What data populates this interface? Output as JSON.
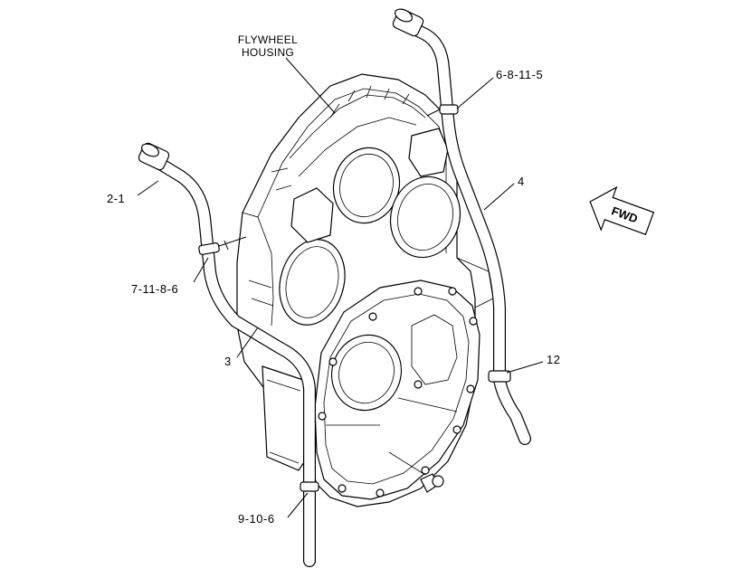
{
  "labels": {
    "flywheel_housing_line1": "FLYWHEEL",
    "flywheel_housing_line2": "HOUSING",
    "part_2_1": "2-1",
    "part_7_11_8_6": "7-11-8-6",
    "part_3": "3",
    "part_9_10_6": "9-10-6",
    "part_6_8_11_5": "6-8-11-5",
    "part_4": "4",
    "part_12": "12"
  },
  "fwd_arrow": {
    "label": "FWD"
  },
  "colors": {
    "line": "#000000",
    "background": "#ffffff"
  }
}
